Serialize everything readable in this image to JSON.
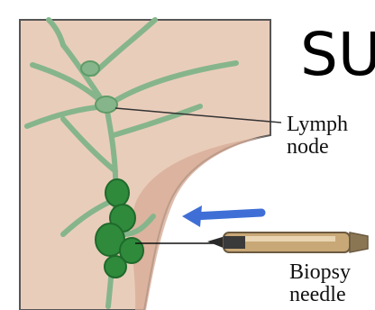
{
  "heading": "SU",
  "labels": {
    "lymph_node": [
      "Lymph",
      "node"
    ],
    "biopsy_needle": [
      "Biopsy",
      "needle"
    ]
  },
  "colors": {
    "skin": "#e9cdbb",
    "skin_shadow": "#d7ad97",
    "lymph_vessel": "#86b58c",
    "lymph_node": "#2f8a3c",
    "arrow": "#3f6fd6",
    "needle_body": "#c9a877",
    "needle_tip": "#2a2a2a",
    "frame": "#555555"
  },
  "icons": [
    "motion-arrow-icon",
    "biopsy-needle-icon"
  ]
}
